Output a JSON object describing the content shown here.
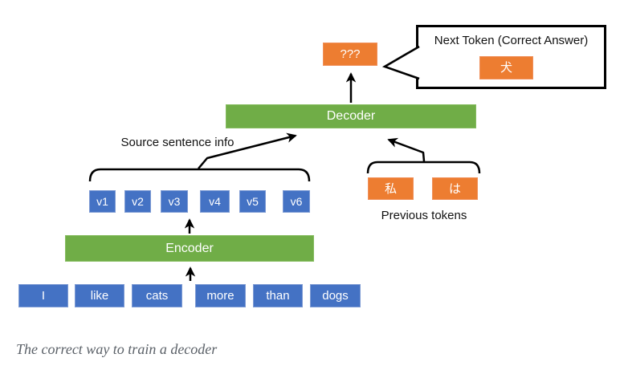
{
  "colors": {
    "orange": "#ED7D31",
    "blue": "#4472C4",
    "green": "#70AD47",
    "line": "#000000",
    "caption_text": "#5b6168"
  },
  "diagram": {
    "predicted_token": "???",
    "callout": {
      "title": "Next Token (Correct Answer)",
      "token": "犬"
    },
    "decoder_label": "Decoder",
    "source_info_label": "Source sentence info",
    "encoder_outputs": [
      "v1",
      "v2",
      "v3",
      "v4",
      "v5",
      "v6"
    ],
    "encoder_label": "Encoder",
    "encoder_inputs": [
      "I",
      "like",
      "cats",
      "more",
      "than",
      "dogs"
    ],
    "previous_tokens": [
      "私",
      "は"
    ],
    "previous_tokens_label": "Previous tokens",
    "caption": "The correct way to train a decoder"
  }
}
